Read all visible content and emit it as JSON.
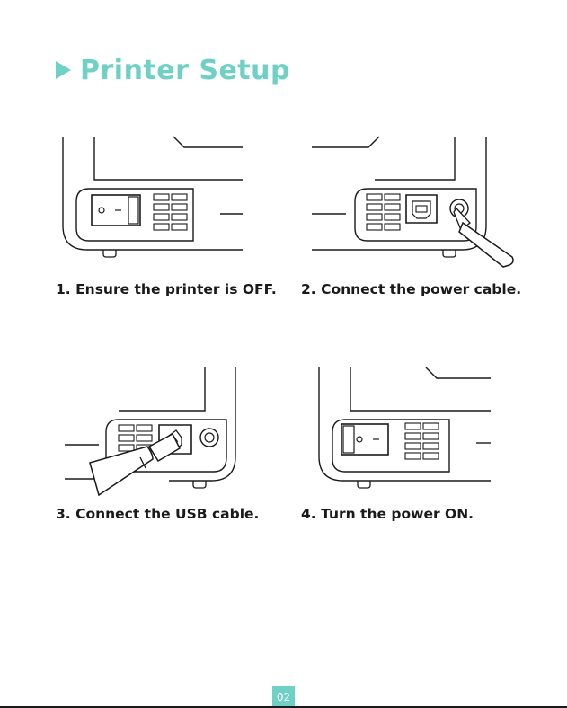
{
  "title": "Printer Setup",
  "steps": [
    {
      "caption": "1. Ensure the printer is OFF."
    },
    {
      "caption": "2. Connect the power cable."
    },
    {
      "caption": "3. Connect the USB cable."
    },
    {
      "caption": "4. Turn the power ON."
    }
  ],
  "page_number": "02",
  "colors": {
    "accent": "#6fd1c6",
    "ink": "#1a1a1a"
  }
}
